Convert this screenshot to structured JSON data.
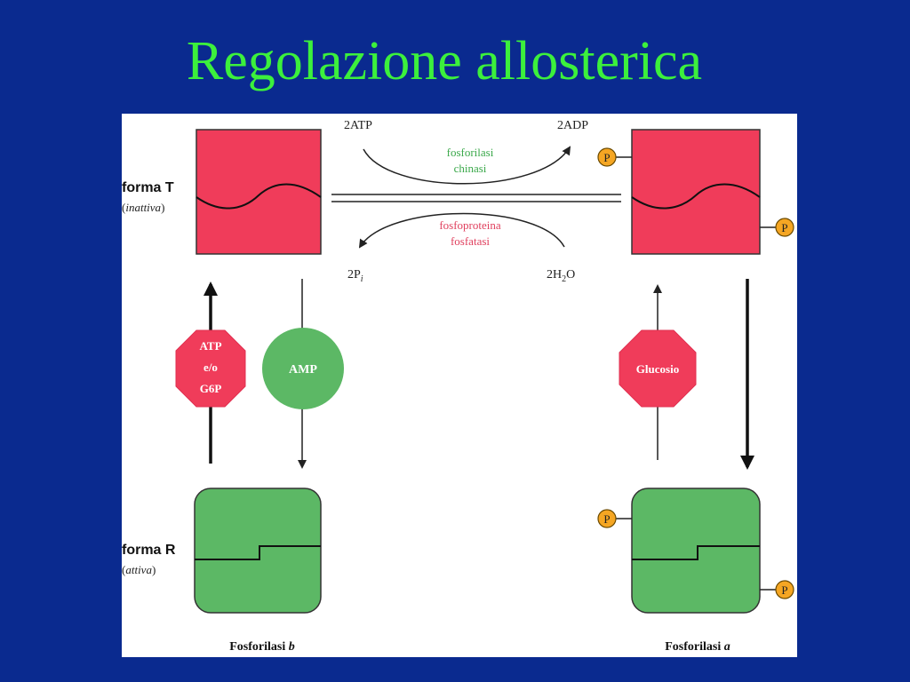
{
  "slide": {
    "title": "Regolazione allosterica"
  },
  "diagram": {
    "reaction": {
      "top_left": "2ATP",
      "top_right": "2ADP",
      "bottom_left": "2P",
      "bottom_left_sub": "i",
      "bottom_right_main": "2H",
      "bottom_right_sub": "2",
      "bottom_right_end": "O",
      "kinase_line1": "fosforilasi",
      "kinase_line2": "chinasi",
      "phosphatase_line1": "fosfoproteina",
      "phosphatase_line2": "fosfatasi"
    },
    "states": {
      "t_label": "forma T",
      "t_sublabel_open": "(",
      "t_sublabel": "inattiva",
      "t_sublabel_close": ")",
      "r_label": "forma R",
      "r_sublabel_open": "(",
      "r_sublabel": "attiva",
      "r_sublabel_close": ")"
    },
    "regulators": {
      "atp_line1": "ATP",
      "atp_line2": "e/o",
      "atp_line3": "G6P",
      "amp": "AMP",
      "glucose": "Glucosio"
    },
    "bottom_labels": {
      "b_text": "Fosforilasi",
      "b_letter": "b",
      "a_text": "Fosforilasi",
      "a_letter": "a"
    },
    "phosphate_symbol": "P",
    "colors": {
      "t_state": "#f03c5a",
      "r_state": "#5cb865",
      "phosphate": "#f5a623",
      "kinase_text": "#3aa84a",
      "phosphatase_text": "#e0405e",
      "title": "#3cf03c",
      "background": "#0a2a8f"
    }
  }
}
